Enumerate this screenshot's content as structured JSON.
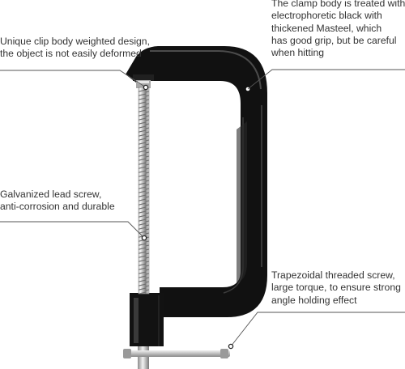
{
  "callouts": {
    "body_design": "Unique clip body weighted design,\nthe object is not easily deformed",
    "coating": "The clamp body is treated with\nelectrophoretic black with\nthickened Masteel, which\nhas good grip, but be careful\nwhen hitting",
    "lead_screw": "Galvanized lead screw,\nanti-corrosion and durable",
    "threaded_screw": "Trapezoidal threaded screw,\nlarge torque, to ensure strong\nangle holding effect"
  },
  "colors": {
    "clamp_body": "#111111",
    "clamp_highlight": "#5a5a5a",
    "screw": "#c9c9c9",
    "leader_line": "#555555",
    "text": "#333333"
  },
  "icons": [
    "c-clamp-illustration",
    "leader-dot"
  ]
}
